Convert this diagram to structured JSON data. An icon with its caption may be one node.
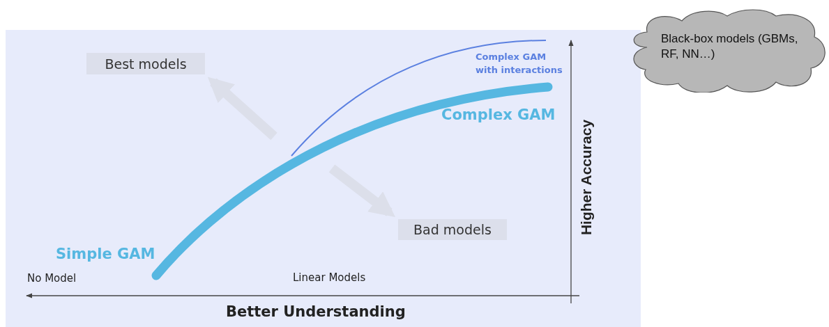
{
  "diagram": {
    "nodes": [
      {
        "text": [
          "Best models"
        ]
      },
      {
        "text": [
          "Bad models"
        ]
      },
      {
        "text": [
          "Black-box models (GBMs, RF, NN…)"
        ]
      }
    ],
    "edges": [
      {
        "from": null,
        "to": 0,
        "arrow": "to"
      },
      {
        "from": null,
        "to": 1,
        "arrow": "to"
      }
    ],
    "labels": [
      "Complex GAM with interactions",
      "Complex GAM",
      "Higher Accuracy",
      "Simple GAM",
      "No Model",
      "Linear Models",
      "Better Understanding"
    ]
  }
}
